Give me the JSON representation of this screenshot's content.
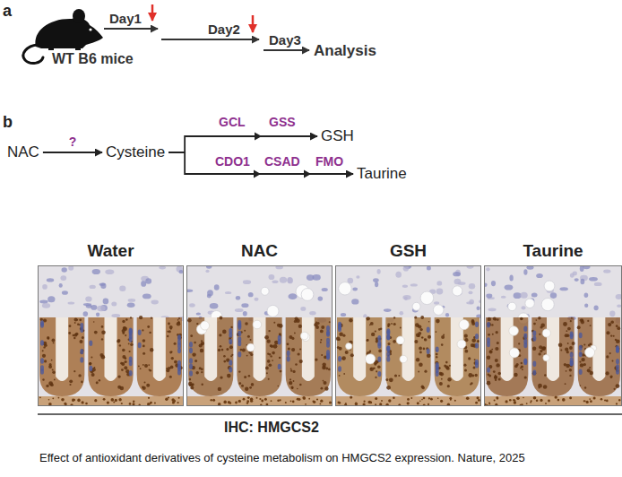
{
  "diagram": {
    "caption": "Effect of antioxidant derivatives of cysteine metabolism on HMGCS2 expression. Nature, 2025",
    "nodes": [
      {
        "text": [
          "NAC"
        ]
      },
      {
        "text": [
          "Cysteine"
        ]
      },
      {
        "text": [
          "GSH"
        ]
      },
      {
        "text": [
          "Taurine"
        ]
      },
      {
        "text": [
          "Water"
        ]
      },
      {
        "text": [
          "NAC"
        ]
      },
      {
        "text": [
          "GSH"
        ]
      },
      {
        "text": [
          "Taurine"
        ]
      }
    ],
    "edges": [
      {
        "from": 0,
        "to": 1,
        "arrow": "to",
        "label": "?"
      },
      {
        "from": 1,
        "to": 2,
        "arrow": "to"
      },
      {
        "from": 1,
        "to": 3,
        "arrow": "to"
      }
    ],
    "labels": [
      "a",
      "WT B6 mice",
      "Day1",
      "Day2",
      "Day3",
      "Analysis",
      "b",
      "GCL",
      "GSS",
      "CDO1",
      "CSAD",
      "FMO",
      "IHC: HMGCS2"
    ]
  }
}
